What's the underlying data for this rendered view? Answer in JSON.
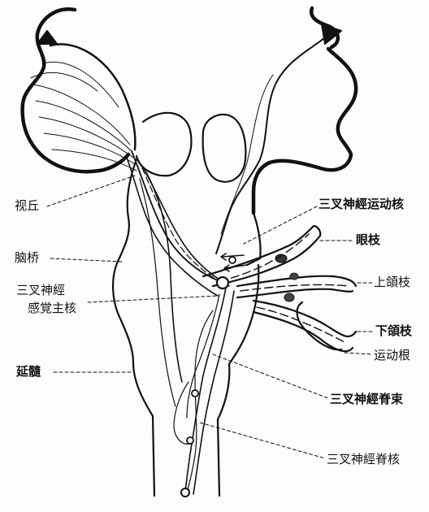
{
  "labels": {
    "thalamus": "视丘",
    "pons": "脑桥",
    "trigeminal_main_sensory_line1": "三叉神經",
    "trigeminal_main_sensory_line2": "感覚主核",
    "medulla": "延髓",
    "trigeminal_motor_nucleus": "三叉神經运动核",
    "ophthalmic_branch": "眼枝",
    "maxillary_branch": "上頜枝",
    "mandibular_branch": "下頜枝",
    "motor_root": "运动根",
    "spinal_tract": "三叉神經脊束",
    "spinal_nucleus": "三叉神經脊核"
  },
  "colors": {
    "ink": "#111111",
    "paper": "#fdfdfb"
  }
}
